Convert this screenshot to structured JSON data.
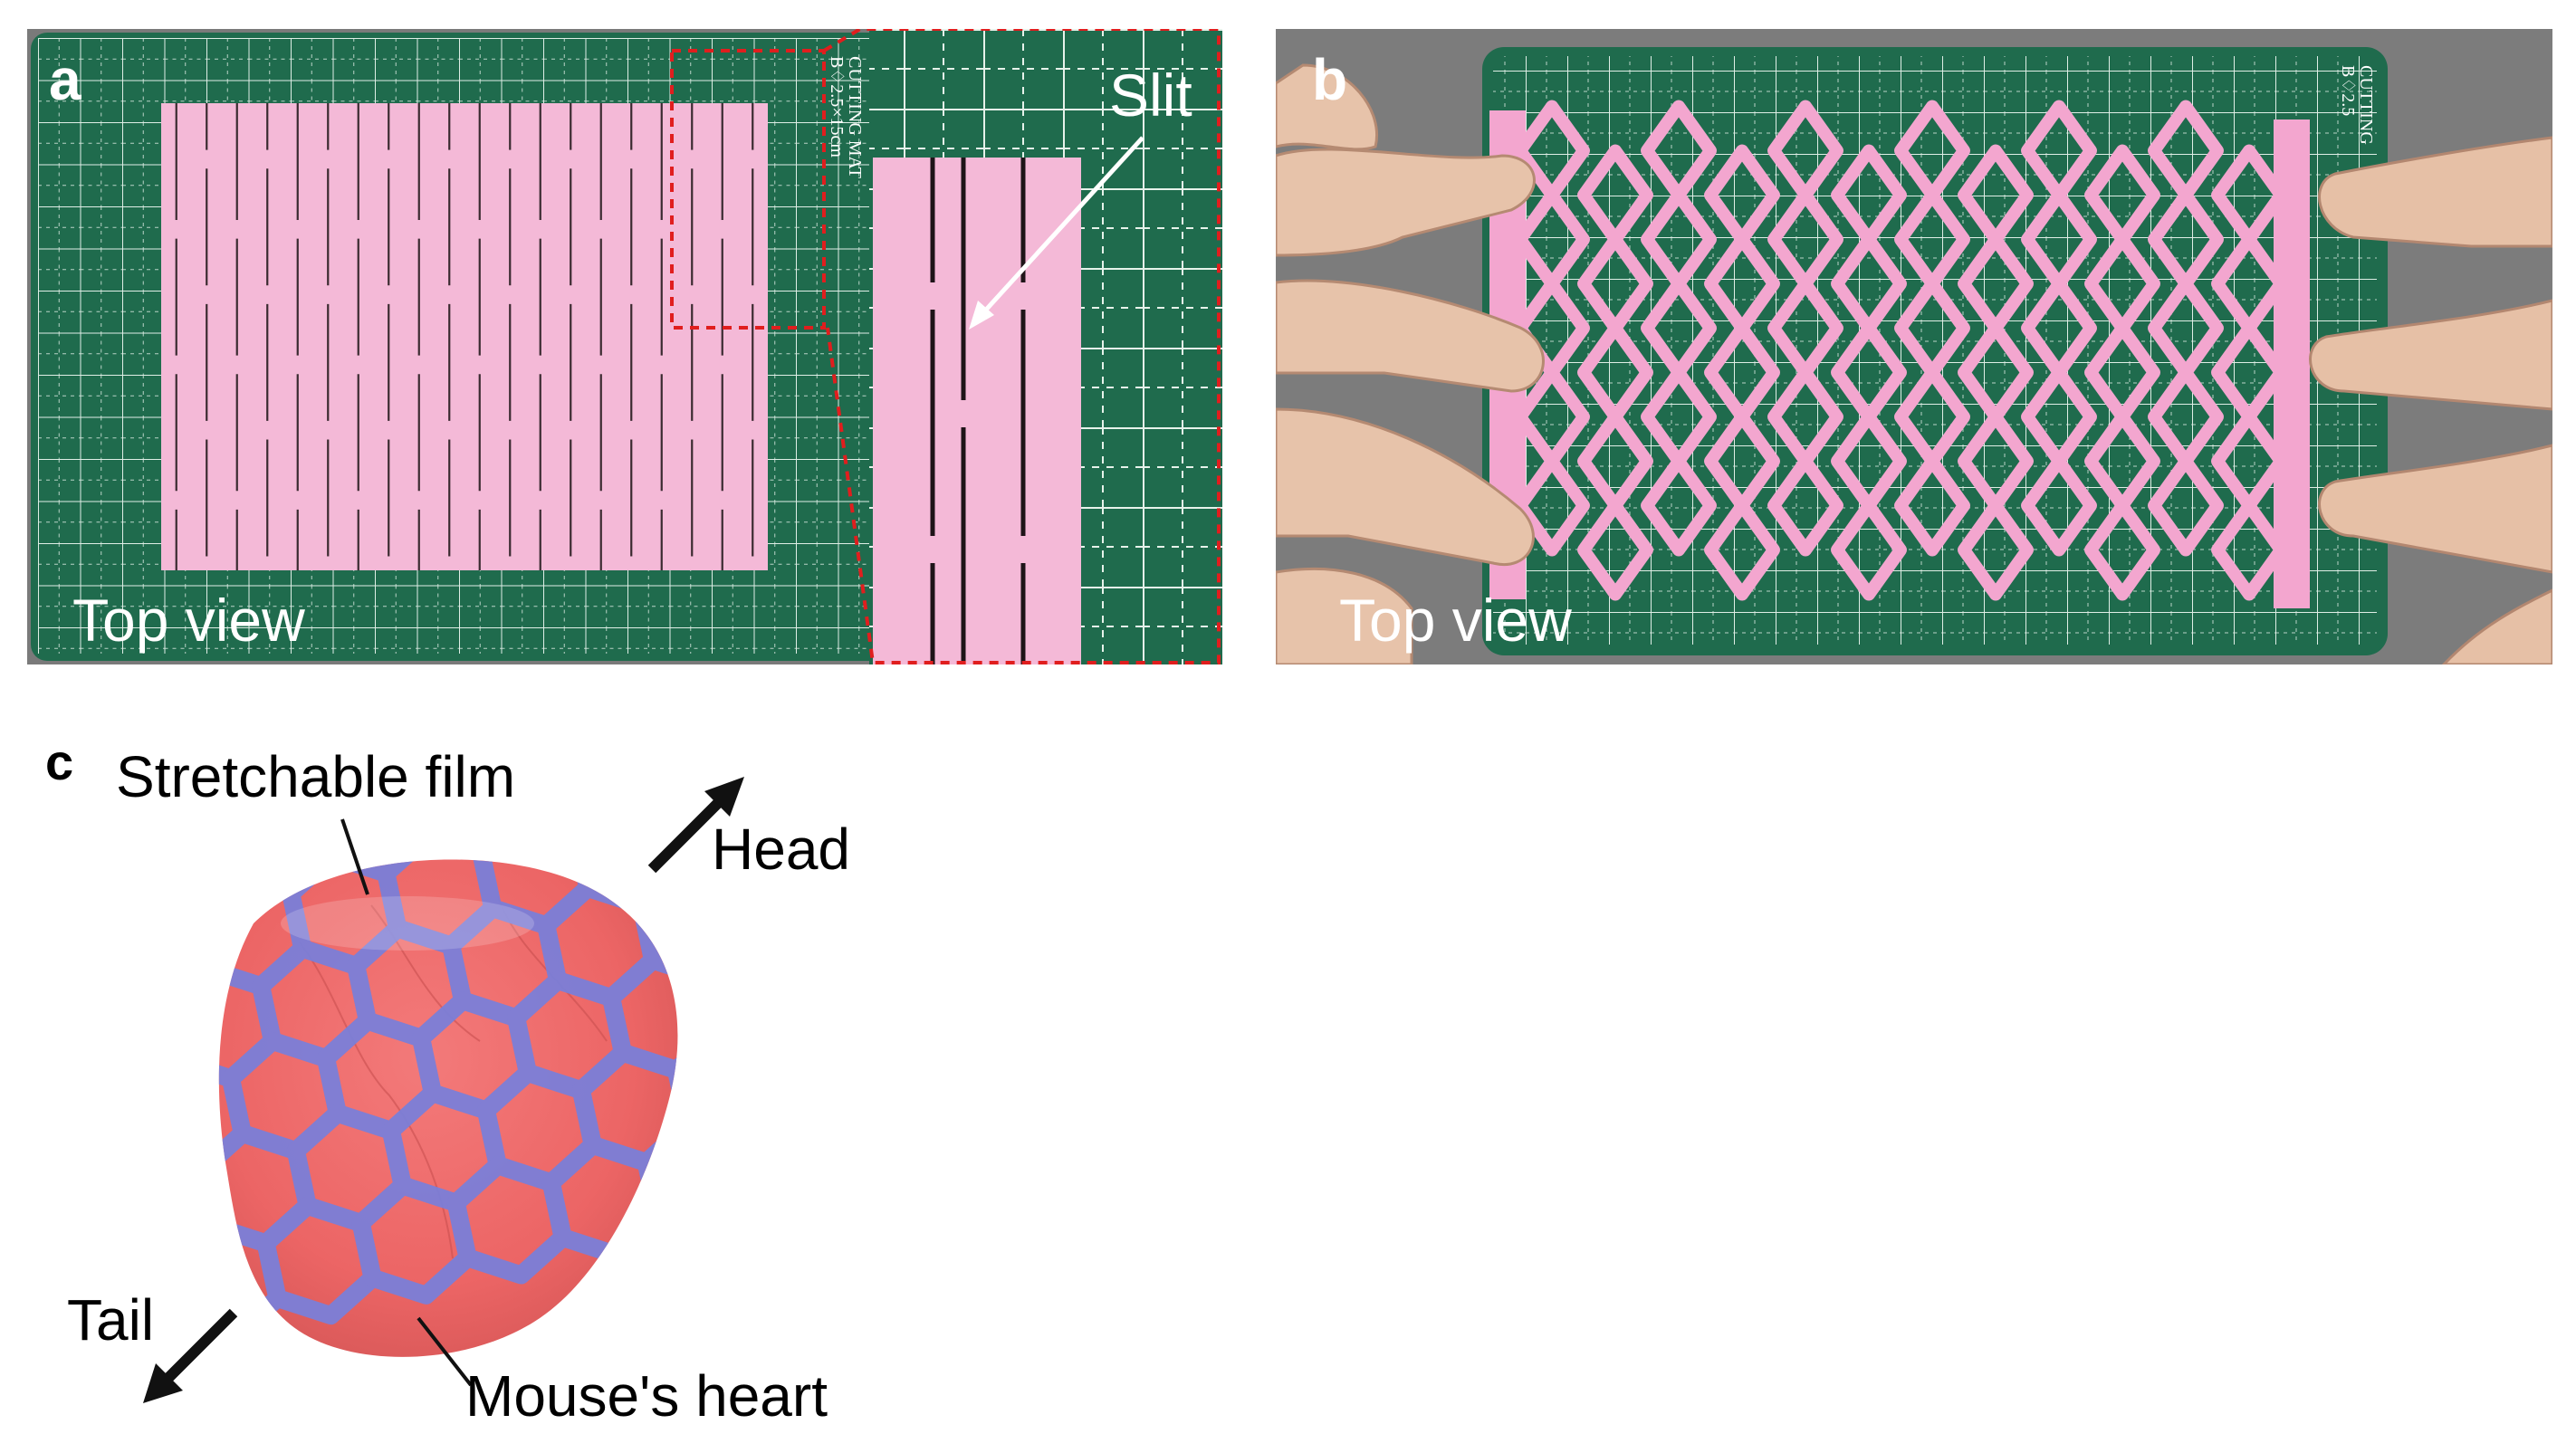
{
  "panel_a": {
    "letter": "a",
    "slit_label": "Slit",
    "view_label": "Top view",
    "mat_print_1": "CUTTING MAT",
    "mat_print_2": "B♢2.5×15cm"
  },
  "panel_b": {
    "letter": "b",
    "view_label": "Top view",
    "mat_print_1": "CUTTING",
    "mat_print_2": "B♢2.5"
  },
  "panel_c": {
    "letter": "c",
    "film_label": "Stretchable film",
    "head_label": "Head",
    "tail_label": "Tail",
    "heart_label": "Mouse's heart"
  },
  "colors": {
    "mat_green": "#1e6a4c",
    "grid_white": "#e8f2ec",
    "film_pink": "#f2b3d3",
    "heart_red": "#ef6b6b",
    "mesh_blue": "#7c7fd6",
    "zoom_box_red": "#e01e1e"
  }
}
